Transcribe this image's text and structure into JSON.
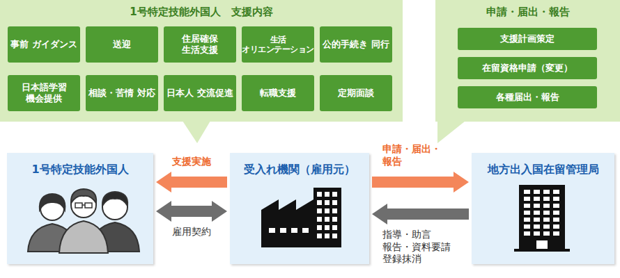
{
  "diagram": {
    "nodes": [
      {
        "text": [
          "1号特定技能外国人　支援内容"
        ]
      },
      {
        "text": [
          "事前 ガイダンス"
        ],
        "in": 0
      },
      {
        "text": [
          "送迎"
        ],
        "in": 0
      },
      {
        "text": [
          "住居確保 生活支援"
        ],
        "in": 0
      },
      {
        "text": [
          "生活 オリエンテーション"
        ],
        "in": 0
      },
      {
        "text": [
          "公的手続き 同行"
        ],
        "in": 0
      },
      {
        "text": [
          "日本語学習 機会提供"
        ],
        "in": 0
      },
      {
        "text": [
          "相談・苦情 対応"
        ],
        "in": 0
      },
      {
        "text": [
          "日本人 交流促進"
        ],
        "in": 0
      },
      {
        "text": [
          "転職支援"
        ],
        "in": 0
      },
      {
        "text": [
          "定期面談"
        ],
        "in": 0
      },
      {
        "text": [
          "申請・届出・報告"
        ]
      },
      {
        "text": [
          "支援計画策定"
        ],
        "in": 11
      },
      {
        "text": [
          "在留資格申請（変更）"
        ],
        "in": 11
      },
      {
        "text": [
          "各種届出・報告"
        ],
        "in": 11
      },
      {
        "text": [
          "1号特定技能外国人"
        ]
      },
      {
        "text": [
          "受入れ機関（雇用元）"
        ]
      },
      {
        "text": [
          "地方出入国在留管理局"
        ]
      }
    ],
    "edges": [
      {
        "from": 16,
        "to": 15,
        "arrow": "to",
        "label": "支援実施"
      },
      {
        "from": 15,
        "to": 16,
        "arrow": "both",
        "label": "雇用契約"
      },
      {
        "from": 16,
        "to": 17,
        "arrow": "to",
        "label": "申請・届出・報告"
      },
      {
        "from": 17,
        "to": 16,
        "arrow": "to",
        "label": "指導・助言 報告・資料要請 登録抹消"
      }
    ]
  }
}
